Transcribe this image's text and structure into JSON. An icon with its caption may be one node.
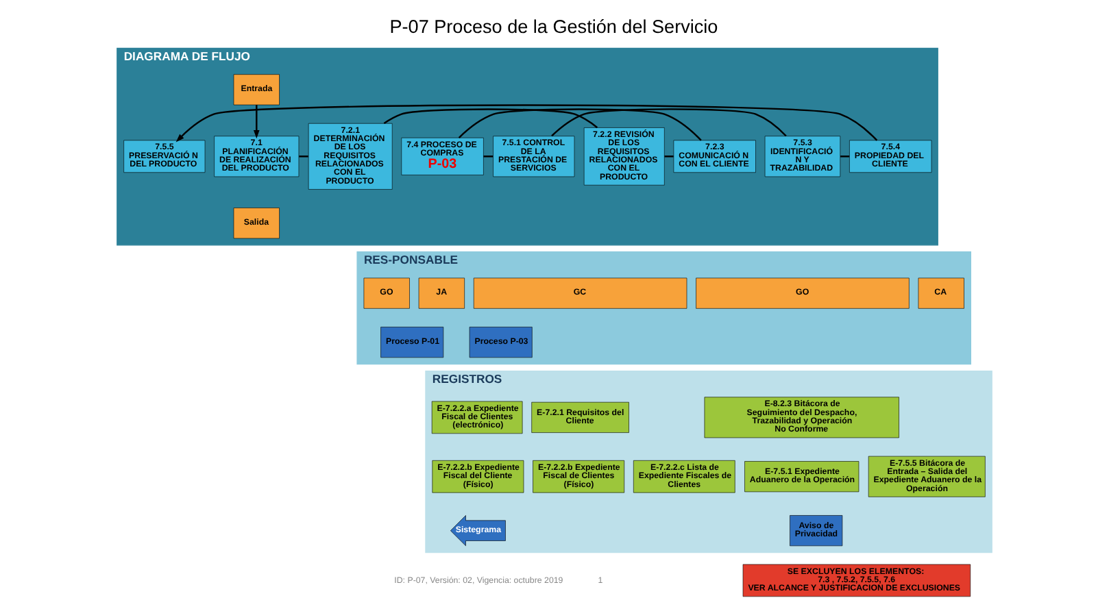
{
  "diagram": {
    "title": "P-07 Proceso de la Gestión del Servicio",
    "nodes": [
      {
        "text": [
          "DIAGRAMA DE FLUJO"
        ]
      },
      {
        "text": [
          "Entrada"
        ],
        "in": 0
      },
      {
        "text": [
          "7.1 PLANIFICACIÓN DE REALIZACIÓN DEL PRODUCTO"
        ],
        "in": 0
      },
      {
        "text": [
          "7.2.1 DETERMINACIÓN DE LOS REQUISITOS RELACIONADOS CON EL PRODUCTO"
        ],
        "in": 0
      },
      {
        "text": [
          "7.2.2 REVISIÓN DE LOS REQUISITOS RELACIONADOS CON EL PRODUCTO"
        ],
        "in": 0
      },
      {
        "text": [
          "7.2.3 COMUNICACIÓ N CON EL CLIENTE"
        ],
        "in": 0
      },
      {
        "text": [
          "7.4 PROCESO DE COMPRAS",
          "P-03"
        ],
        "in": 0
      },
      {
        "text": [
          "7.5.1 CONTROL DE LA PRESTACIÓN DE SERVICIOS"
        ],
        "in": 0
      },
      {
        "text": [
          "7.5.3 IDENTIFICACIÓ N Y TRAZABILIDAD"
        ],
        "in": 0
      },
      {
        "text": [
          "7.5.4 PROPIEDAD DEL CLIENTE"
        ],
        "in": 0
      },
      {
        "text": [
          "7.5.5 PRESERVACIÓ N DEL PRODUCTO"
        ],
        "in": 0
      },
      {
        "text": [
          "Salida"
        ],
        "in": 0
      },
      {
        "text": [
          "RES-PONSABLE"
        ]
      },
      {
        "text": [
          "GO"
        ],
        "in": 12
      },
      {
        "text": [
          "GC"
        ],
        "in": 12
      },
      {
        "text": [
          "JA"
        ],
        "in": 12
      },
      {
        "text": [
          "GO"
        ],
        "in": 12
      },
      {
        "text": [
          "CA"
        ],
        "in": 12
      },
      {
        "text": [
          "Proceso P-01"
        ],
        "in": 12
      },
      {
        "text": [
          "Proceso P-03"
        ],
        "in": 12
      },
      {
        "text": [
          "REGISTROS"
        ]
      },
      {
        "text": [
          "E-7.2.2.a Expediente Fiscal de Clientes (electrónico)"
        ],
        "in": 20
      },
      {
        "text": [
          "E-7.2.2.b Expediente Fiscal del Cliente (Físico)"
        ],
        "in": 20
      },
      {
        "text": [
          "E-7.2.1 Requisitos del Cliente"
        ],
        "in": 20
      },
      {
        "text": [
          "E-7.2.2.b Expediente Fiscal de Clientes (Físico)"
        ],
        "in": 20
      },
      {
        "text": [
          "E-7.2.2.c Lista de Expediente Fiscales de Clientes"
        ],
        "in": 20
      },
      {
        "text": [
          "E-8.2.3 Bitácora de Seguimiento del Despacho, Trazabilidad y Operación No Conforme"
        ],
        "in": 20
      },
      {
        "text": [
          "E-7.5.1 Expediente Aduanero de la Operación"
        ],
        "in": 20
      },
      {
        "text": [
          "E-7.5.5 Bitácora de Entrada – Salida del Expediente Aduanero de la Operación"
        ],
        "in": 20
      },
      {
        "text": [
          "Aviso de Privacidad"
        ],
        "in": 20
      },
      {
        "text": [
          "Sistegrama"
        ],
        "in": 20
      },
      {
        "text": [
          "SE EXCLUYEN LOS ELEMENTOS:",
          "7.3 , 7.5.2, 7.5.5, 7.6",
          "VER ALCANCE Y JUSTIFICACION DE EXCLUSIONES"
        ]
      }
    ],
    "edges": [
      {
        "from": 1,
        "to": 2,
        "arrow": "to"
      },
      {
        "from": 2,
        "to": 3,
        "arrow": "none"
      },
      {
        "from": 3,
        "to": 4,
        "arrow": "none"
      },
      {
        "from": 4,
        "to": 5,
        "arrow": "none"
      },
      {
        "from": 5,
        "to": 6,
        "arrow": "none"
      },
      {
        "from": 6,
        "to": 7,
        "arrow": "none"
      },
      {
        "from": 7,
        "to": 8,
        "arrow": "none"
      },
      {
        "from": 8,
        "to": 9,
        "arrow": "none"
      },
      {
        "from": 9,
        "to": 10,
        "arrow": "to"
      }
    ],
    "labels": [
      "ID: P-07, Versión: 02, Vigencia: octubre 2019",
      "1"
    ]
  }
}
